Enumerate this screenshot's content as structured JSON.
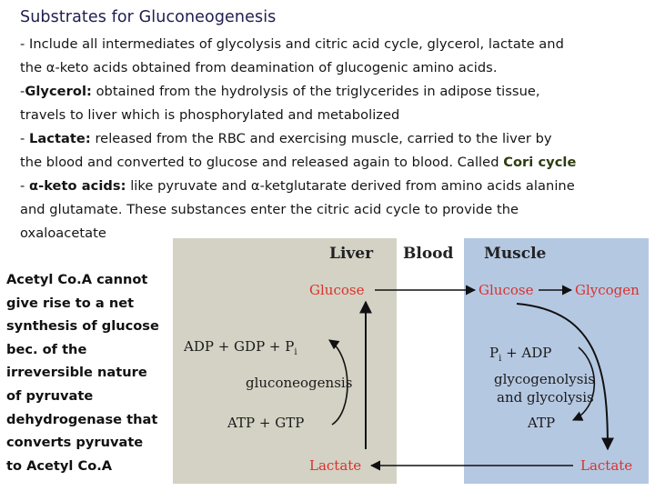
{
  "title": "Substrates for Gluconeogenesis",
  "intro": {
    "lines": [
      "- Include all intermediates of glycolysis and citric acid cycle, glycerol, lactate and",
      "the α-keto acids obtained from deamination of glucogenic amino acids."
    ]
  },
  "glycerol": {
    "prefix": "-",
    "term": "Glycerol:",
    "rest": " obtained from the hydrolysis of the triglycerides in adipose tissue,",
    "line2": "travels to liver which is phosphorylated and metabolized"
  },
  "lactate": {
    "prefix": "- ",
    "term": "Lactate:",
    "rest": " released from the RBC and exercising muscle, carried to the liver by",
    "line2_pre": "the blood and converted to glucose and released again to blood. Called ",
    "line2_emph": "Cori cycle"
  },
  "keto": {
    "prefix": "- ",
    "term": "α-keto acids:",
    "rest": " like pyruvate and α-ketglutarate derived from amino acids alanine",
    "line2": "and glutamate. These substances enter the citric acid cycle to provide the",
    "line3": "oxaloacetate"
  },
  "sidenote": {
    "lines": [
      "Acetyl Co.A cannot",
      "give rise to a net",
      "synthesis of glucose",
      "bec. of  the",
      "irreversible nature",
      "of pyruvate",
      "dehydrogenase that",
      "converts pyruvate",
      "to Acetyl Co.A"
    ]
  },
  "diagram": {
    "header_liver": "Liver",
    "header_blood": "Blood",
    "header_muscle": "Muscle",
    "liver_glucose": "Glucose",
    "liver_adp": "ADP + GDP + P",
    "liver_adp_sub": "i",
    "liver_gluconeogenesis": "gluconeogensis",
    "liver_atp": "ATP + GTP",
    "liver_lactate": "Lactate",
    "muscle_glucose": "Glucose",
    "muscle_glycogen": "Glycogen",
    "muscle_pi": "P",
    "muscle_pi_sub": "i",
    "muscle_adp": " + ADP",
    "muscle_glycogenolysis": "glycogenolysis",
    "muscle_glycolysis": "and glycolysis",
    "muscle_atp": "ATP",
    "muscle_lactate": "Lactate",
    "colors": {
      "liver_bg": "#d3d2c4",
      "muscle_bg": "#b5c8e2",
      "metabolite": "#d8322e"
    }
  }
}
